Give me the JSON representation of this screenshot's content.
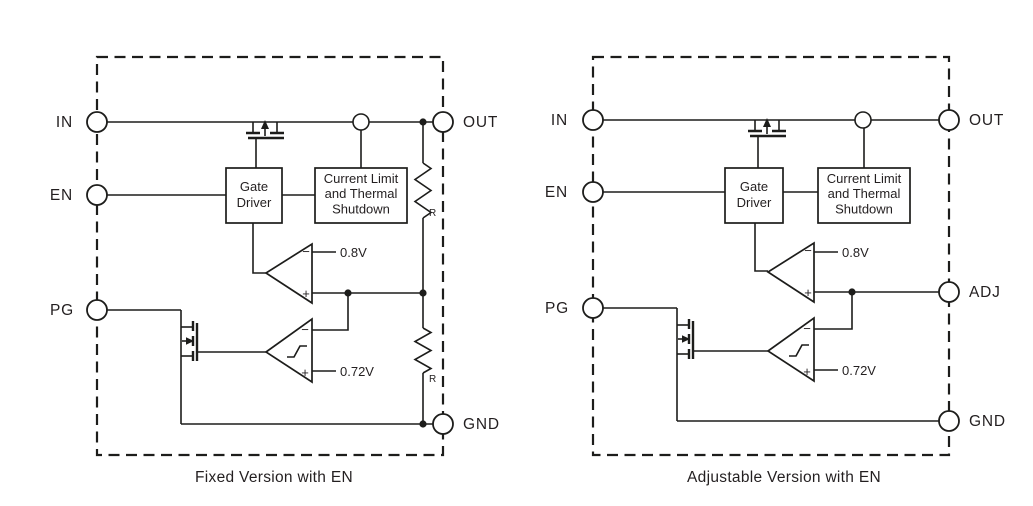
{
  "colors": {
    "background": "#ffffff",
    "line": "#1d1d1b",
    "text": "#231f20"
  },
  "signs": {
    "plus": "+",
    "minus": "−"
  },
  "fixed": {
    "caption": "Fixed Version with EN",
    "pins": {
      "in": "IN",
      "en": "EN",
      "pg": "PG",
      "out": "OUT",
      "gnd": "GND"
    },
    "blocks": {
      "gate_driver": [
        "Gate",
        "Driver"
      ],
      "current_limit": [
        "Current Limit",
        "and Thermal",
        "Shutdown"
      ]
    },
    "refs": {
      "error_amp": "0.8V",
      "pg_comp": "0.72V"
    },
    "resistors": {
      "r_top": "R",
      "r_bottom": "R"
    }
  },
  "adjustable": {
    "caption": "Adjustable Version with EN",
    "pins": {
      "in": "IN",
      "en": "EN",
      "pg": "PG",
      "out": "OUT",
      "adj": "ADJ",
      "gnd": "GND"
    },
    "blocks": {
      "gate_driver": [
        "Gate",
        "Driver"
      ],
      "current_limit": [
        "Current Limit",
        "and Thermal",
        "Shutdown"
      ]
    },
    "refs": {
      "error_amp": "0.8V",
      "pg_comp": "0.72V"
    }
  }
}
